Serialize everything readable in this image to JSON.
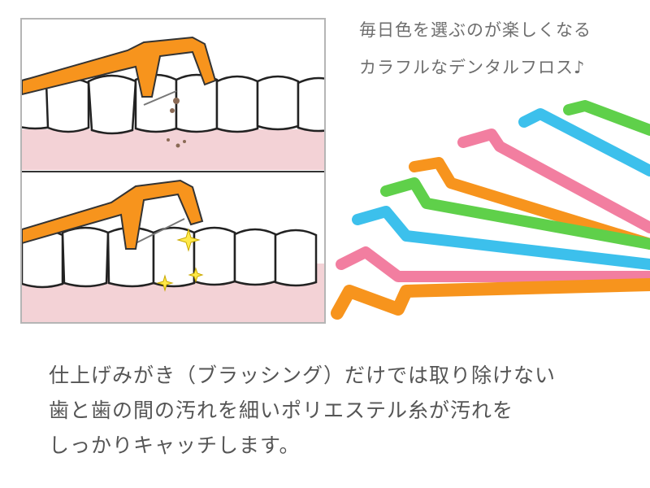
{
  "headline": {
    "line1": "毎日色を選ぶのが楽しくなる",
    "line2": "カラフルなデンタルフロス♪"
  },
  "description": {
    "line1": "仕上げみがき（ブラッシング）だけでは取り除けない",
    "line2": "歯と歯の間の汚れを細いポリエステル糸が汚れを",
    "line3": "しっかりキャッチします。"
  },
  "colors": {
    "floss_orange": "#f7941d",
    "floss_pink": "#f27ea0",
    "floss_blue": "#3cc0ec",
    "floss_green": "#5fd04a",
    "gum": "#f3d2d6"
  }
}
